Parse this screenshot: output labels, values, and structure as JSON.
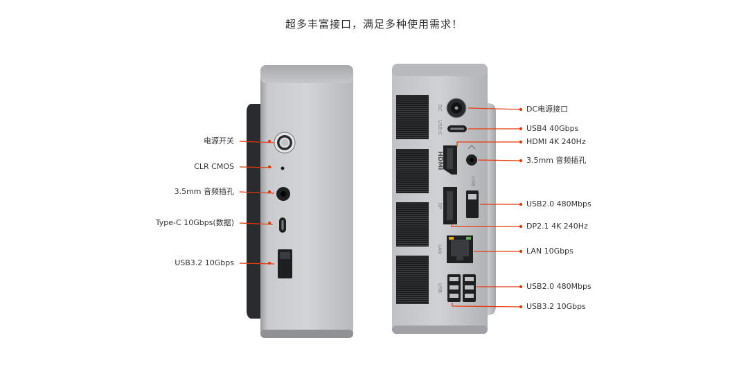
{
  "title": "超多丰富接口，满足多种使用需求！",
  "accent_color": "#e8380d",
  "front": {
    "labels": [
      {
        "text": "电源开关"
      },
      {
        "text": "CLR CMOS"
      },
      {
        "text": "3.5mm 音频插孔"
      },
      {
        "text": "Type-C 10Gbps(数据)"
      },
      {
        "text": "USB3.2 10Gbps"
      }
    ]
  },
  "rear": {
    "engraved": [
      "DC",
      "USB-C",
      "HDMI",
      "DP",
      "USB",
      "LAN",
      "USB"
    ],
    "labels": [
      {
        "text": "DC电源接口"
      },
      {
        "text": "USB4 40Gbps"
      },
      {
        "text": "HDMI 4K 240Hz"
      },
      {
        "text": "3.5mm 音频插孔"
      },
      {
        "text": "USB2.0 480Mbps"
      },
      {
        "text": "DP2.1 4K 240Hz"
      },
      {
        "text": "LAN 10Gbps"
      },
      {
        "text": "USB2.0 480Mbps"
      },
      {
        "text": "USB3.2 10Gbps"
      }
    ]
  }
}
